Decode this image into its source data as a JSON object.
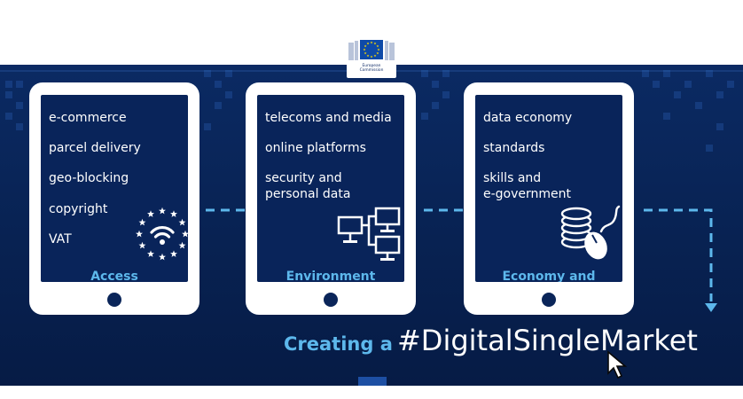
{
  "logo": {
    "text_line1": "European",
    "text_line2": "Commission",
    "stars_color": "#f6d500",
    "flag_color": "#0e4aa8"
  },
  "tablets": [
    {
      "items": [
        "e-commerce",
        "parcel delivery",
        "geo-blocking",
        "copyright",
        "VAT"
      ],
      "title": "Access",
      "icon": "eu-wifi-icon"
    },
    {
      "items": [
        "telecoms and media",
        "online platforms",
        "security and",
        "personal data"
      ],
      "title": "Environment",
      "icon": "network-computers-icon"
    },
    {
      "items": [
        "data economy",
        "standards",
        "skills and",
        "e-government"
      ],
      "title": "Economy and Society",
      "icon": "coins-mouse-icon"
    }
  ],
  "tagline": {
    "prefix": "Creating a",
    "hashtag": "#DigitalSingleMarket"
  },
  "colors": {
    "background": "#082252",
    "accent": "#5db8ec",
    "screen": "#09245a"
  }
}
